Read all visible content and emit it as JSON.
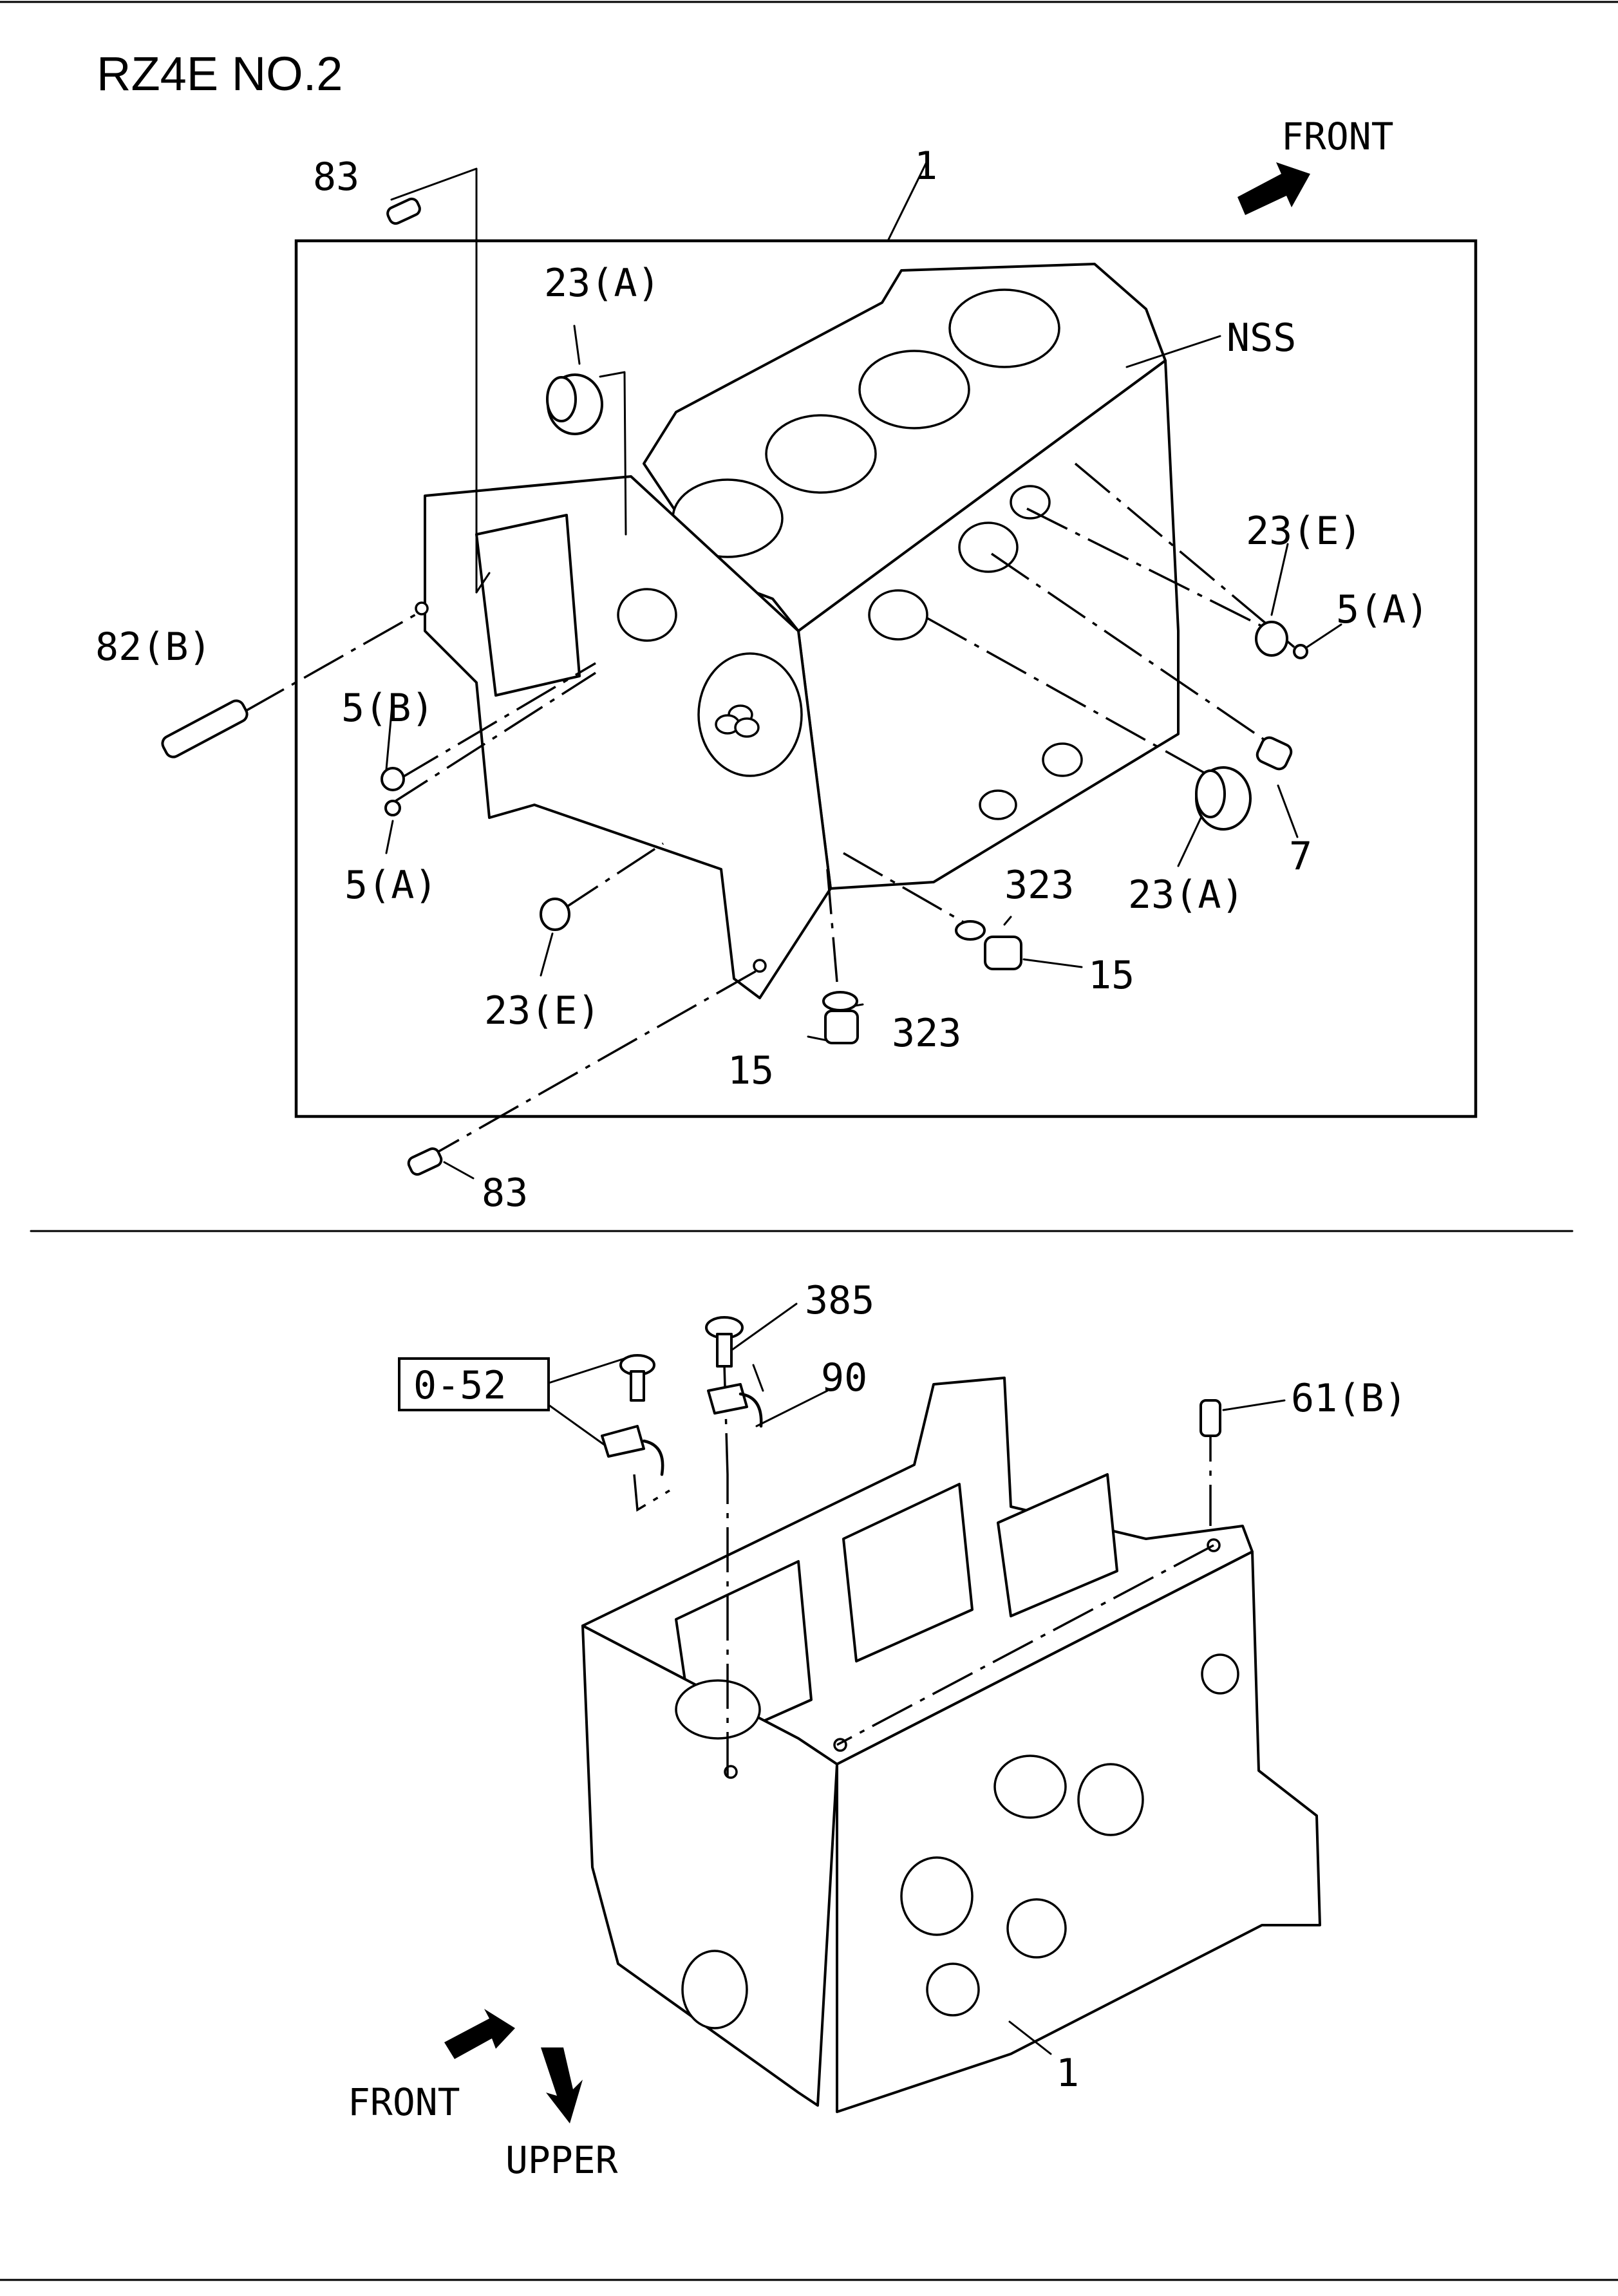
{
  "title": "RZ4E NO.2",
  "top_view": {
    "direction_label": "FRONT",
    "callouts": {
      "c1": "1",
      "c83_top": "83",
      "c23a_top": "23(A)",
      "nss": "NSS",
      "c23e_right": "23(E)",
      "c5a_right": "5(A)",
      "c82b": "82(B)",
      "c5b": "5(B)",
      "c5a_left": "5(A)",
      "c7": "7",
      "c323_right": "323",
      "c23a_right": "23(A)",
      "c15_right": "15",
      "c23e_bottom": "23(E)",
      "c323_bottom": "323",
      "c15_bottom": "15",
      "c83_bottom": "83"
    }
  },
  "bottom_view": {
    "callouts": {
      "c385": "385",
      "c90": "90",
      "c61b": "61(B)",
      "ref_box": "0-52",
      "c1": "1"
    },
    "front_label": "FRONT",
    "upper_label": "UPPER"
  }
}
